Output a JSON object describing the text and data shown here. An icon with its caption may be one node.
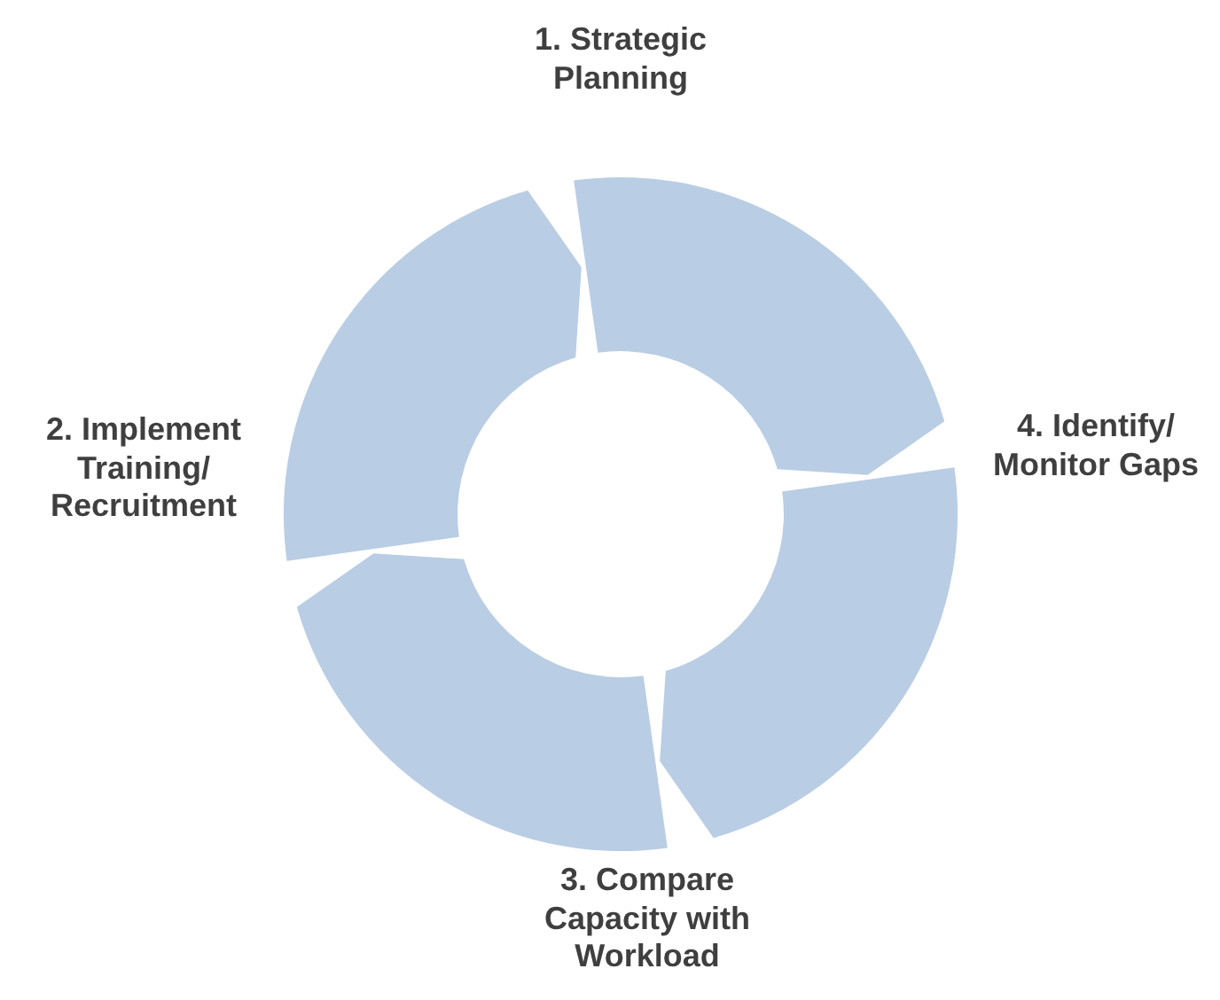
{
  "diagram": {
    "nodes": [
      {
        "text": [
          "1. Strategic Planning"
        ]
      },
      {
        "text": [
          "2. Implement Training/ Recruitment"
        ]
      },
      {
        "text": [
          "3. Compare Capacity with Workload"
        ]
      },
      {
        "text": [
          "4. Identify/ Monitor Gaps"
        ]
      }
    ],
    "edges": [
      {
        "from": 1,
        "to": 0,
        "arrow": "to"
      },
      {
        "from": 0,
        "to": 3,
        "arrow": "to"
      },
      {
        "from": 3,
        "to": 2,
        "arrow": "to"
      },
      {
        "from": 2,
        "to": 1,
        "arrow": "to"
      }
    ]
  }
}
